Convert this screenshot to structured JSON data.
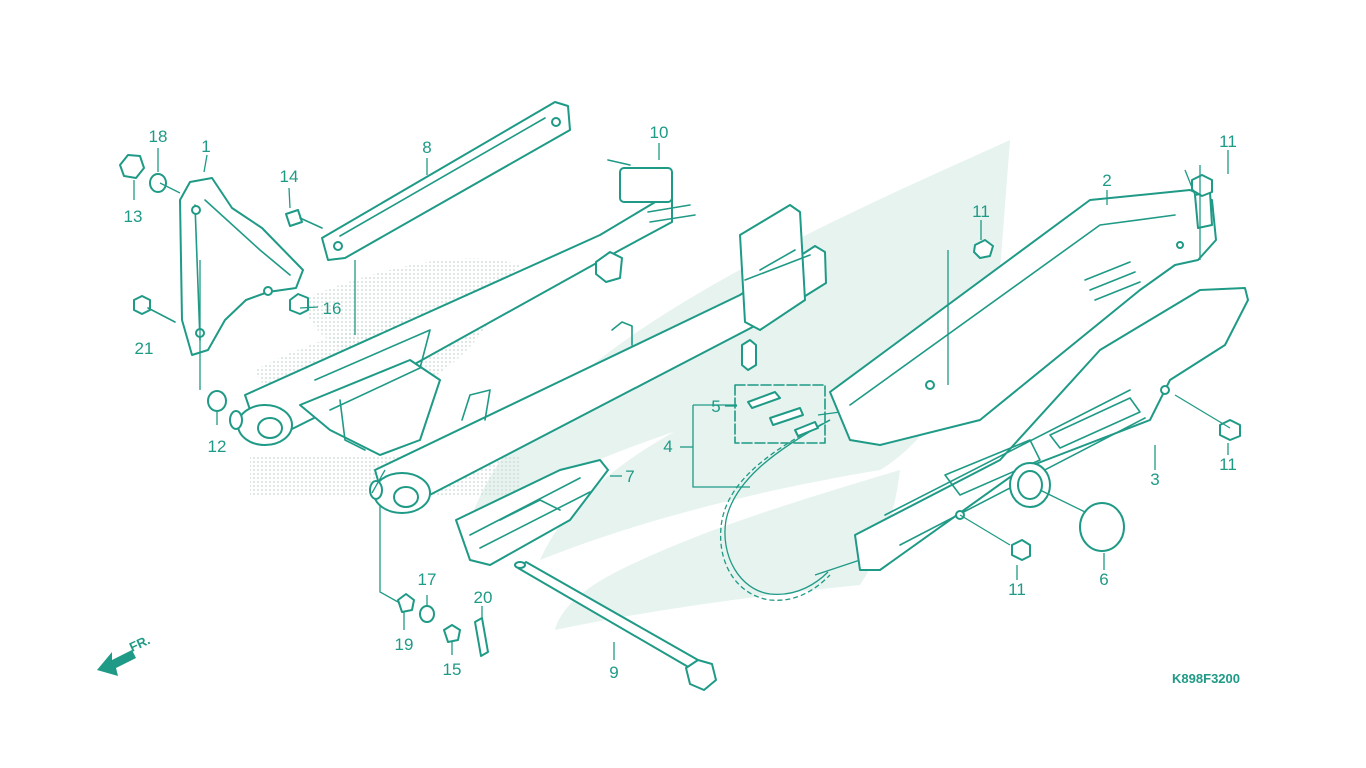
{
  "diagram": {
    "colors": {
      "line": "#1f9a86",
      "watermark": "#e6f3ef",
      "dots": "#c9d8d3",
      "background": "#ffffff"
    },
    "direction_label": "FR.",
    "drawing_code": "K898F3200",
    "callouts": [
      {
        "id": "1",
        "label": "1"
      },
      {
        "id": "2",
        "label": "2"
      },
      {
        "id": "3",
        "label": "3"
      },
      {
        "id": "4",
        "label": "4"
      },
      {
        "id": "5",
        "label": "5"
      },
      {
        "id": "6",
        "label": "6"
      },
      {
        "id": "7",
        "label": "7"
      },
      {
        "id": "8",
        "label": "8"
      },
      {
        "id": "9",
        "label": "9"
      },
      {
        "id": "10",
        "label": "10"
      },
      {
        "id": "11a",
        "label": "11"
      },
      {
        "id": "11b",
        "label": "11"
      },
      {
        "id": "11c",
        "label": "11"
      },
      {
        "id": "11d",
        "label": "11"
      },
      {
        "id": "12",
        "label": "12"
      },
      {
        "id": "13",
        "label": "13"
      },
      {
        "id": "14",
        "label": "14"
      },
      {
        "id": "15",
        "label": "15"
      },
      {
        "id": "16",
        "label": "16"
      },
      {
        "id": "17",
        "label": "17"
      },
      {
        "id": "18",
        "label": "18"
      },
      {
        "id": "19",
        "label": "19"
      },
      {
        "id": "20",
        "label": "20"
      },
      {
        "id": "21",
        "label": "21"
      }
    ]
  }
}
